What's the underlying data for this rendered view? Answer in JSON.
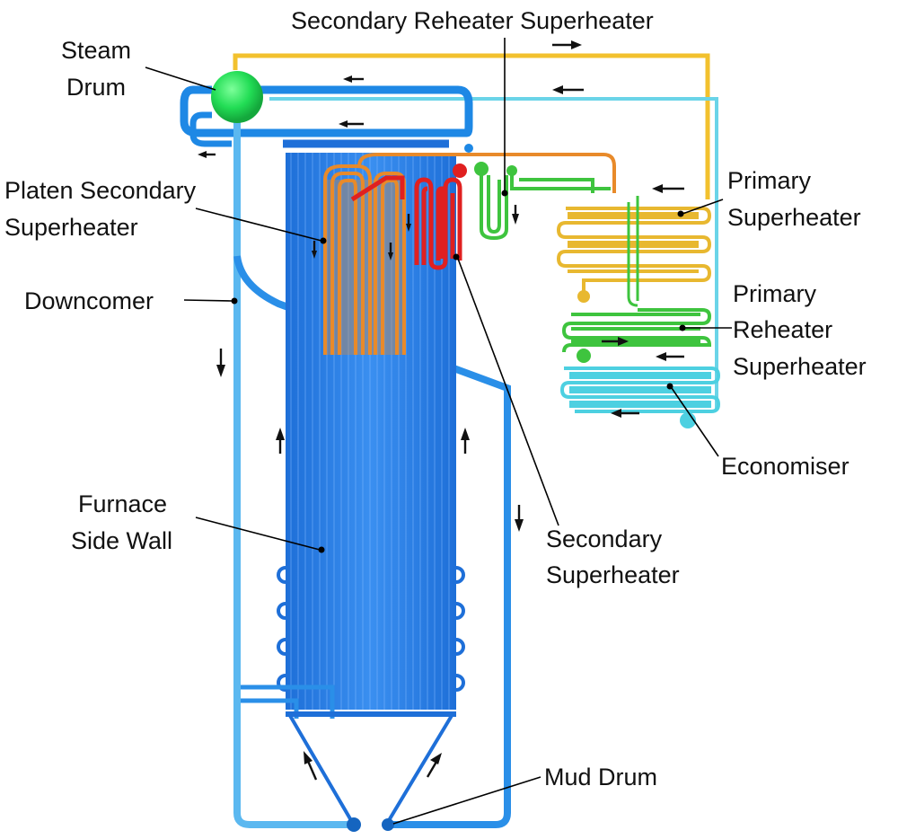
{
  "labels": {
    "steam_drum_1": "Steam",
    "steam_drum_2": "Drum",
    "secondary_reheater_superheater": "Secondary Reheater Superheater",
    "platen_1": "Platen Secondary",
    "platen_2": "Superheater",
    "primary_superheater_1": "Primary",
    "primary_superheater_2": "Superheater",
    "downcomer": "Downcomer",
    "primary_reheater_1": "Primary",
    "primary_reheater_2": "Reheater",
    "primary_reheater_3": "Superheater",
    "economiser": "Economiser",
    "furnace_1": "Furnace",
    "furnace_2": "Side Wall",
    "secondary_superheater_1": "Secondary",
    "secondary_superheater_2": "Superheater",
    "mud_drum": "Mud Drum"
  },
  "colors": {
    "water_blue": "#1e88e5",
    "dark_blue": "#1565c0",
    "light_blue": "#4fc3f7",
    "cyan": "#4dd0e1",
    "yellow": "#f2c12e",
    "gold": "#e8b830",
    "orange": "#e88a2a",
    "red": "#e02020",
    "green": "#3ec43e",
    "steam_drum": "#22dd55"
  }
}
